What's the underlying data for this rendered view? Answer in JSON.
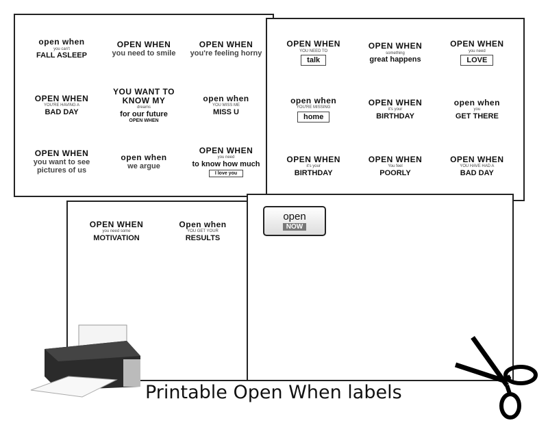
{
  "caption": "Printable Open When labels",
  "sheets": [
    {
      "id": "s1",
      "labels": [
        {
          "lines": [
            "open when",
            "you can't",
            "FALL ASLEEP"
          ]
        },
        {
          "lines": [
            "OPEN WHEN",
            "you need to smile"
          ]
        },
        {
          "lines": [
            "OPEN WHEN",
            "you're feeling horny"
          ]
        },
        {
          "lines": [
            "OPEN WHEN",
            "YOU'RE HAVING A",
            "BAD DAY"
          ]
        },
        {
          "lines": [
            "YOU WANT TO KNOW MY",
            "dreams",
            "for our future",
            "OPEN WHEN"
          ]
        },
        {
          "lines": [
            "open when",
            "YOU MISS ME",
            "MISS U"
          ]
        },
        {
          "lines": [
            "OPEN WHEN",
            "you want to see pictures of us"
          ]
        },
        {
          "lines": [
            "open when",
            "we argue"
          ]
        },
        {
          "lines": [
            "OPEN WHEN",
            "you need",
            "to know how much",
            "I love you"
          ]
        }
      ]
    },
    {
      "id": "s2",
      "labels": [
        {
          "lines": [
            "OPEN WHEN",
            "YOU NEED TO",
            "talk"
          ]
        },
        {
          "lines": [
            "OPEN WHEN",
            "something",
            "great happens"
          ]
        },
        {
          "lines": [
            "OPEN WHEN",
            "you need",
            "LOVE"
          ]
        },
        {
          "lines": [
            "open when",
            "YOU'RE MISSING",
            "home"
          ]
        },
        {
          "lines": [
            "OPEN WHEN",
            "it's your",
            "BIRTHDAY"
          ]
        },
        {
          "lines": [
            "open when",
            "you",
            "GET THERE"
          ]
        },
        {
          "lines": [
            "OPEN WHEN",
            "it's your",
            "BIRTHDAY"
          ]
        },
        {
          "lines": [
            "OPEN WHEN",
            "You feel",
            "POORLY"
          ]
        },
        {
          "lines": [
            "OPEN WHEN",
            "YOU HAVE HAD A",
            "BAD DAY"
          ]
        }
      ]
    },
    {
      "id": "s3",
      "labels": [
        {
          "lines": [
            "OPEN WHEN",
            "you need some",
            "MOTIVATION"
          ]
        },
        {
          "lines": [
            "Open when",
            "YOU GET YOUR",
            "RESULTS"
          ]
        }
      ]
    }
  ],
  "sheet4": {
    "open": "open",
    "now": "NOW"
  },
  "icons": [
    "printer-icon",
    "scissors-icon"
  ]
}
